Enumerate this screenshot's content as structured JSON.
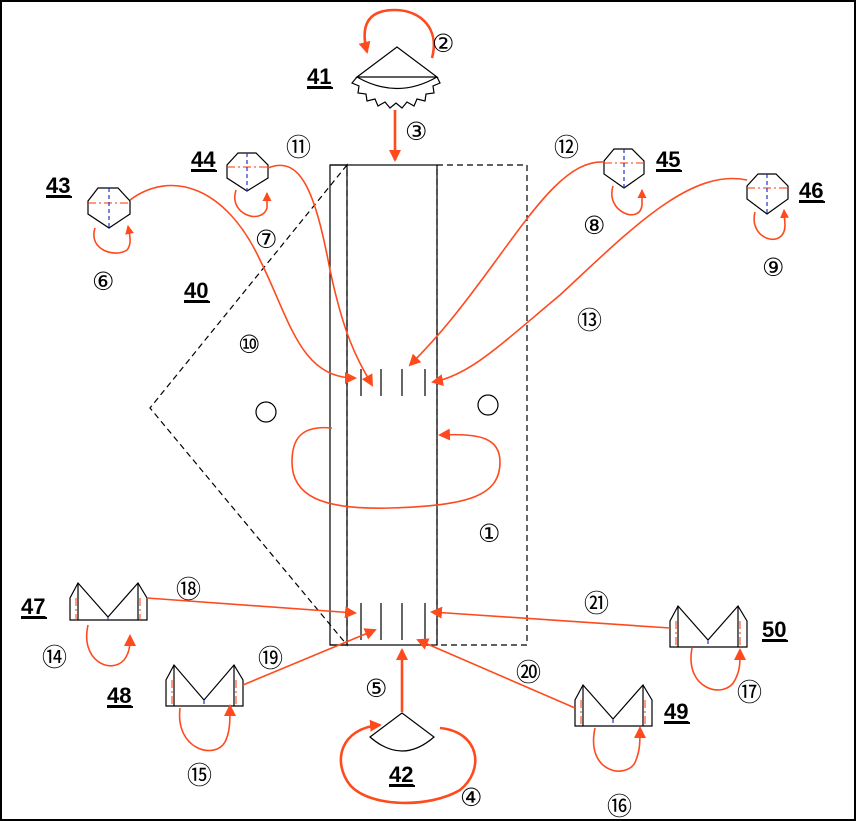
{
  "parts": {
    "p40": "40",
    "p41": "41",
    "p42": "42",
    "p43": "43",
    "p44": "44",
    "p45": "45",
    "p46": "46",
    "p47": "47",
    "p48": "48",
    "p49": "49",
    "p50": "50"
  },
  "steps": {
    "s1": "①",
    "s2": "②",
    "s3": "③",
    "s4": "④",
    "s5": "⑤",
    "s6": "⑥",
    "s7": "⑦",
    "s8": "⑧",
    "s9": "⑨",
    "s10": "⑩",
    "s11": "⑪",
    "s12": "⑫",
    "s13": "⑬",
    "s14": "⑭",
    "s15": "⑮",
    "s16": "⑯",
    "s17": "⑰",
    "s18": "⑱",
    "s19": "⑲",
    "s20": "⑳",
    "s21": "㉑"
  },
  "colors": {
    "arrow": "#ff4a1e",
    "fold_red": "#ff3300",
    "fold_blue": "#2233cc",
    "outline": "#000000"
  }
}
